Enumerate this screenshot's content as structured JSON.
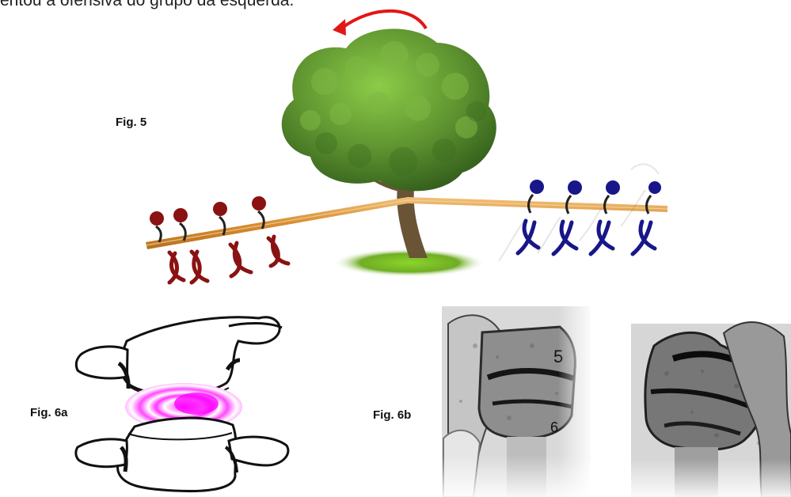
{
  "document": {
    "cut_top_text": "entou a ofensiva do grupo da esquerda."
  },
  "figures": {
    "fig5_label": "Fig. 5",
    "fig6a_label": "Fig. 6a",
    "fig6b_label": "Fig. 6b"
  },
  "fig6b": {
    "vertebra_numbers": [
      "5",
      "6"
    ]
  },
  "colors": {
    "red_team": "#8a1212",
    "blue_team": "#17178a",
    "rope": "#e3a24f",
    "tree_canopy": "#5f9430",
    "tree_trunk": "#6b5436",
    "grass": "#7dbb2b",
    "disc_highlight": "#ff34ff",
    "arrow": "#e31616"
  }
}
